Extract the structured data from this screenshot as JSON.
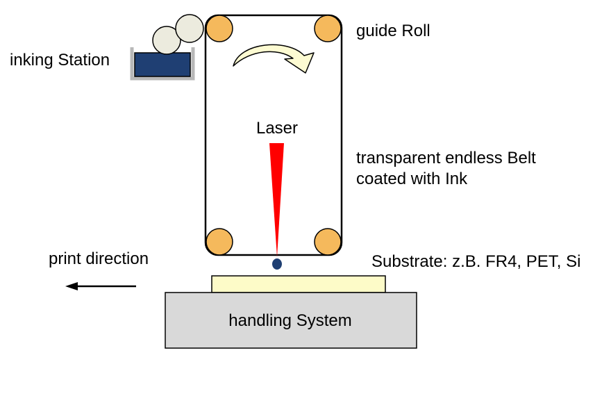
{
  "labels": {
    "inking_station": "inking Station",
    "guide_roll": "guide Roll",
    "laser": "Laser",
    "belt_line1": "transparent endless Belt",
    "belt_line2": "coated with Ink",
    "print_direction": "print direction",
    "substrate": "Substrate: z.B. FR4, PET, Si",
    "handling_system": "handling System"
  },
  "colors": {
    "guide_roll_fill": "#f5b95c",
    "ink_fill": "#1f3f73",
    "tray": "#b8b8b8",
    "roller_fill": "#ecebde",
    "arrow_fill": "#fdfbd2",
    "laser": "#ff0000",
    "droplet": "#1f3f73",
    "substrate_fill": "#fdfbc8",
    "handling_fill": "#d9d9d9"
  }
}
